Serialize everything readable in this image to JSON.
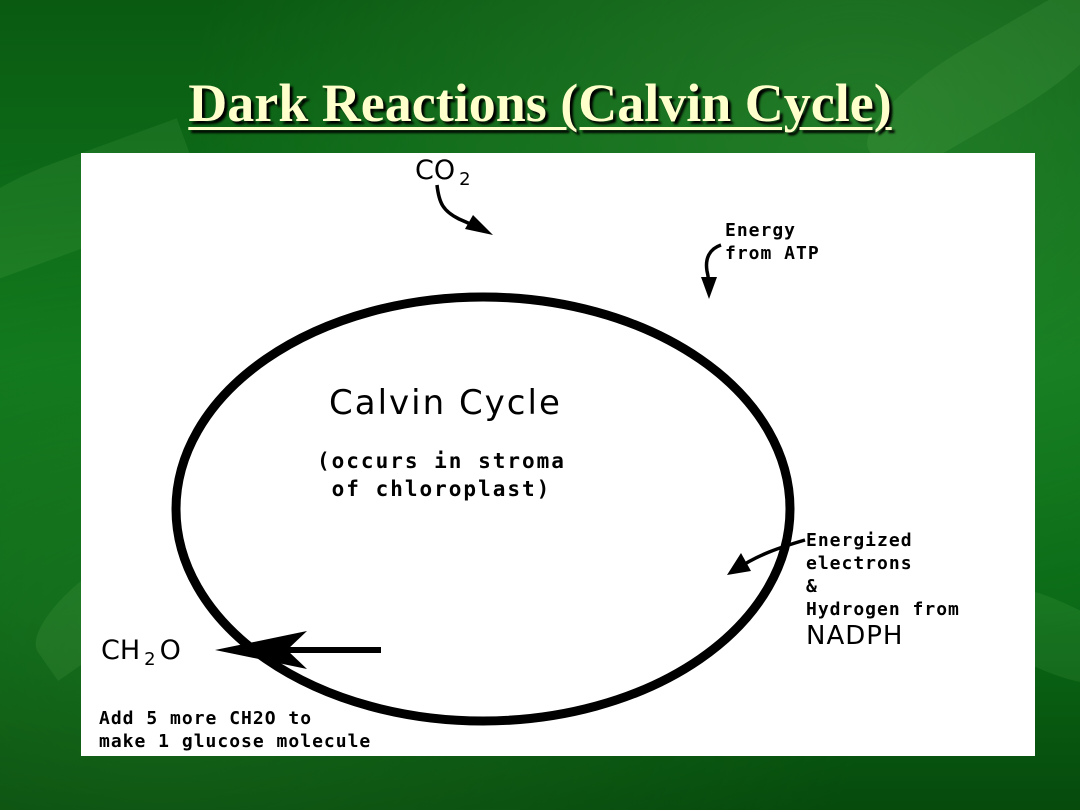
{
  "slide": {
    "title": "Dark Reactions (Calvin Cycle)"
  },
  "diagram": {
    "cycle_title": "Calvin Cycle",
    "location_line1": "(occurs in stroma",
    "location_line2": " of chloroplast)",
    "input_co2": {
      "main": "CO",
      "subscript": "2"
    },
    "input_atp": {
      "line1": "Energy",
      "line2": "from ATP"
    },
    "input_nadph": {
      "line1": "Energized",
      "line2": "electrons",
      "line3": "&",
      "line4": "Hydrogen from",
      "line5": "NADPH"
    },
    "output_ch2o": {
      "main_a": "CH",
      "subscript": "2",
      "main_b": "O"
    },
    "note_line1": "Add 5 more CH2O to",
    "note_line2": "make 1 glucose molecule"
  },
  "colors": {
    "background": "#0f7a1c",
    "title_text": "#ffffcc",
    "panel": "#ffffff",
    "ink": "#000000"
  }
}
